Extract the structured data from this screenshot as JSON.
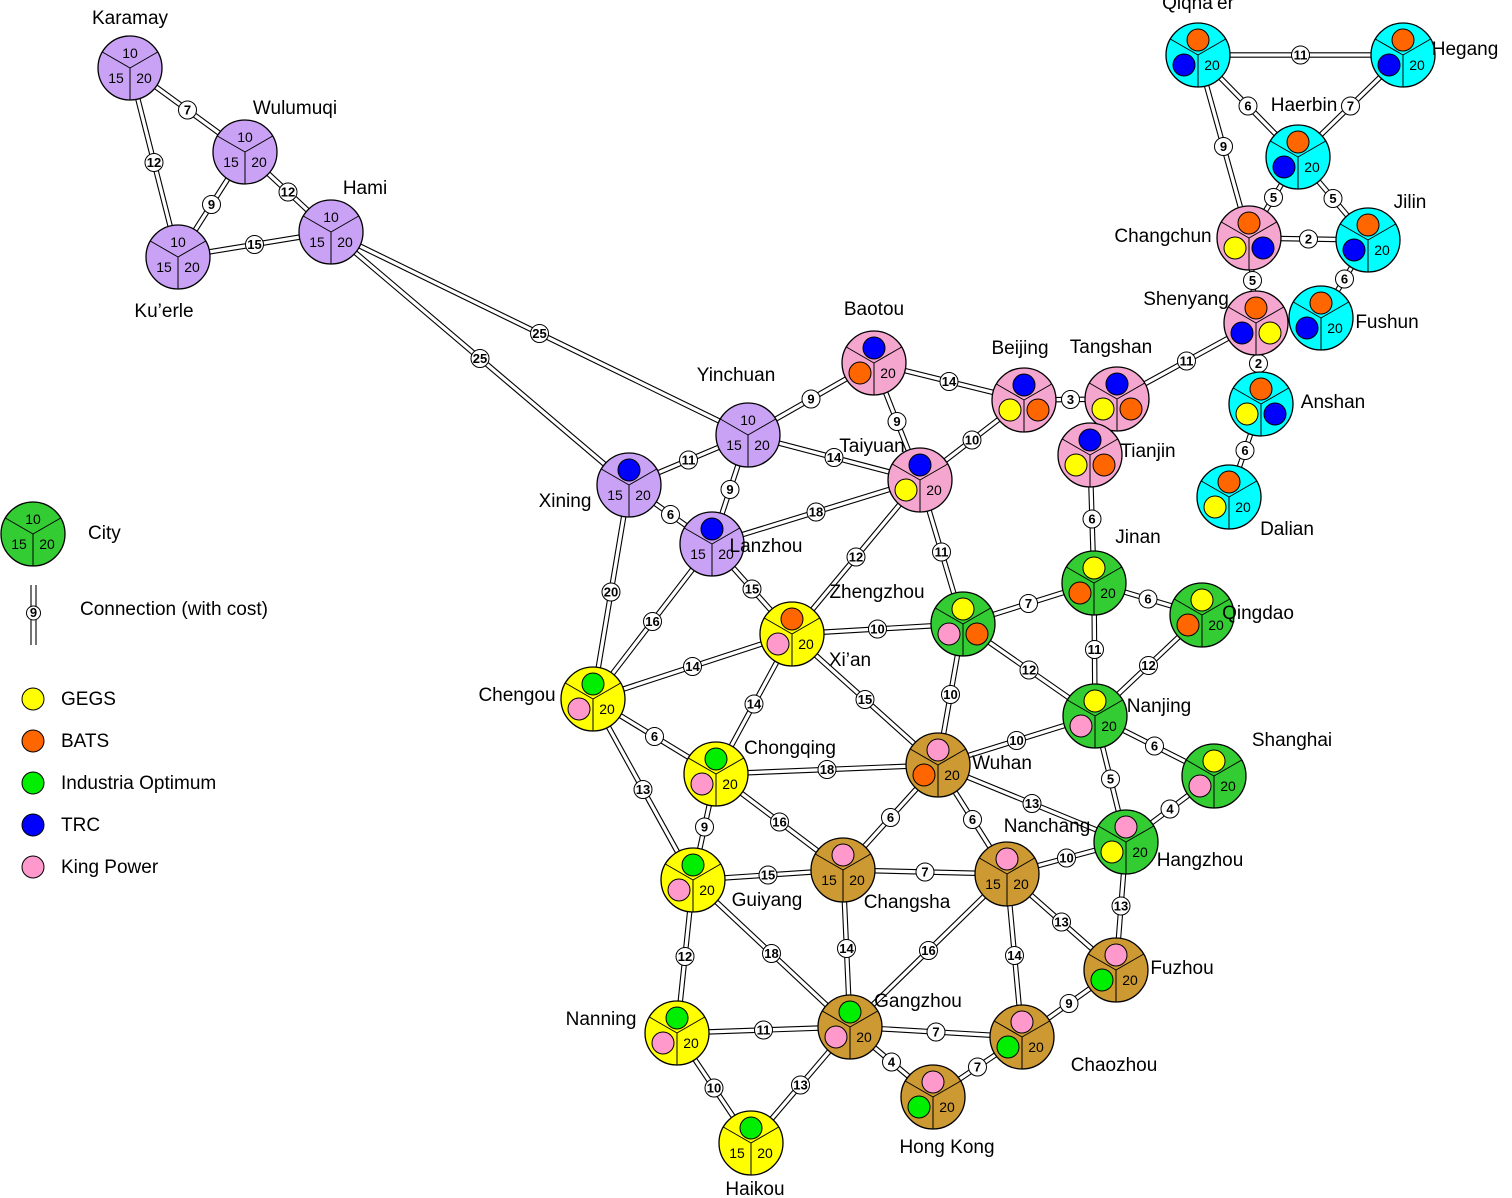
{
  "colors": {
    "purple": "#c9a2f5",
    "pink": "#f5a6ce",
    "cyan": "#00ffff",
    "green": "#33cc33",
    "yellow": "#ffff00",
    "brown": "#cc9933",
    "GEGS": "#ffff00",
    "BATS": "#ff6600",
    "Industria Optimum": "#00ee00",
    "TRC": "#0000ff",
    "King Power": "#ff99cc"
  },
  "slot_values": [
    "10",
    "15",
    "20"
  ],
  "cities": [
    {
      "id": "karamay",
      "name": "Karamay",
      "region": "purple",
      "nums": [
        "10",
        "15",
        "20"
      ],
      "companies": []
    },
    {
      "id": "wulumuqi",
      "name": "Wulumuqi",
      "region": "purple",
      "nums": [
        "10",
        "15",
        "20"
      ],
      "companies": []
    },
    {
      "id": "hami",
      "name": "Hami",
      "region": "purple",
      "nums": [
        "10",
        "15",
        "20"
      ],
      "companies": []
    },
    {
      "id": "kuerle",
      "name": "Ku’erle",
      "region": "purple",
      "nums": [
        "10",
        "15",
        "20"
      ],
      "companies": []
    },
    {
      "id": "yinchuan",
      "name": "Yinchuan",
      "region": "purple",
      "nums": [
        "10",
        "15",
        "20"
      ],
      "companies": []
    },
    {
      "id": "xining",
      "name": "Xining",
      "region": "purple",
      "nums": [
        "",
        "15",
        "20"
      ],
      "companies": [
        "TRC"
      ]
    },
    {
      "id": "lanzhou",
      "name": "Lanzhou",
      "region": "purple",
      "nums": [
        "",
        "15",
        "20"
      ],
      "companies": [
        "TRC"
      ]
    },
    {
      "id": "baotou",
      "name": "Baotou",
      "region": "pink",
      "nums": [
        "",
        "",
        "20"
      ],
      "companies": [
        "TRC",
        "BATS"
      ]
    },
    {
      "id": "beijing",
      "name": "Beijing",
      "region": "pink",
      "nums": [
        "",
        "",
        ""
      ],
      "companies": [
        "TRC",
        "GEGS",
        "BATS"
      ]
    },
    {
      "id": "tangshan",
      "name": "Tangshan",
      "region": "pink",
      "nums": [
        "",
        "",
        ""
      ],
      "companies": [
        "TRC",
        "GEGS",
        "BATS"
      ]
    },
    {
      "id": "tianjin",
      "name": "Tianjin",
      "region": "pink",
      "nums": [
        "",
        "",
        ""
      ],
      "companies": [
        "TRC",
        "GEGS",
        "BATS"
      ]
    },
    {
      "id": "taiyuan",
      "name": "Taiyuan",
      "region": "pink",
      "nums": [
        "",
        "",
        "20"
      ],
      "companies": [
        "TRC",
        "GEGS"
      ]
    },
    {
      "id": "changchun",
      "name": "Changchun",
      "region": "pink",
      "nums": [
        "",
        "",
        ""
      ],
      "companies": [
        "BATS",
        "GEGS",
        "TRC"
      ]
    },
    {
      "id": "shenyang",
      "name": "Shenyang",
      "region": "pink",
      "nums": [
        "",
        "",
        ""
      ],
      "companies": [
        "BATS",
        "TRC",
        "GEGS"
      ]
    },
    {
      "id": "qiqihaer",
      "name": "Qiqha’er",
      "region": "cyan",
      "nums": [
        "",
        "",
        "20"
      ],
      "companies": [
        "BATS",
        "TRC"
      ]
    },
    {
      "id": "hegang",
      "name": "Hegang",
      "region": "cyan",
      "nums": [
        "",
        "",
        "20"
      ],
      "companies": [
        "BATS",
        "TRC"
      ]
    },
    {
      "id": "haerbin",
      "name": "Haerbin",
      "region": "cyan",
      "nums": [
        "",
        "",
        "20"
      ],
      "companies": [
        "BATS",
        "TRC"
      ]
    },
    {
      "id": "jilin",
      "name": "Jilin",
      "region": "cyan",
      "nums": [
        "",
        "",
        "20"
      ],
      "companies": [
        "BATS",
        "TRC"
      ]
    },
    {
      "id": "fushun",
      "name": "Fushun",
      "region": "cyan",
      "nums": [
        "",
        "",
        "20"
      ],
      "companies": [
        "BATS",
        "TRC"
      ]
    },
    {
      "id": "anshan",
      "name": "Anshan",
      "region": "cyan",
      "nums": [
        "",
        "",
        ""
      ],
      "companies": [
        "BATS",
        "GEGS",
        "TRC"
      ]
    },
    {
      "id": "dalian",
      "name": "Dalian",
      "region": "cyan",
      "nums": [
        "",
        "",
        "20"
      ],
      "companies": [
        "BATS",
        "GEGS"
      ]
    },
    {
      "id": "jinan",
      "name": "Jinan",
      "region": "green",
      "nums": [
        "",
        "",
        "20"
      ],
      "companies": [
        "GEGS",
        "BATS"
      ]
    },
    {
      "id": "qingdao",
      "name": "Qingdao",
      "region": "green",
      "nums": [
        "",
        "",
        "20"
      ],
      "companies": [
        "GEGS",
        "BATS"
      ]
    },
    {
      "id": "zhengzhou",
      "name": "Zhengzhou",
      "region": "green",
      "nums": [
        "",
        "",
        ""
      ],
      "companies": [
        "GEGS",
        "King Power",
        "BATS"
      ]
    },
    {
      "id": "nanjing",
      "name": "Nanjing",
      "region": "green",
      "nums": [
        "",
        "",
        "20"
      ],
      "companies": [
        "GEGS",
        "King Power"
      ]
    },
    {
      "id": "shanghai",
      "name": "Shanghai",
      "region": "green",
      "nums": [
        "",
        "",
        "20"
      ],
      "companies": [
        "GEGS",
        "King Power"
      ]
    },
    {
      "id": "hangzhou",
      "name": "Hangzhou",
      "region": "green",
      "nums": [
        "",
        "",
        "20"
      ],
      "companies": [
        "King Power",
        "GEGS"
      ]
    },
    {
      "id": "xian",
      "name": "Xi’an",
      "region": "yellow",
      "nums": [
        "",
        "",
        "20"
      ],
      "companies": [
        "BATS",
        "King Power"
      ]
    },
    {
      "id": "chengou",
      "name": "Chengou",
      "region": "yellow",
      "nums": [
        "",
        "",
        "20"
      ],
      "companies": [
        "Industria Optimum",
        "King Power"
      ]
    },
    {
      "id": "chongqing",
      "name": "Chongqing",
      "region": "yellow",
      "nums": [
        "",
        "",
        "20"
      ],
      "companies": [
        "Industria Optimum",
        "King Power"
      ]
    },
    {
      "id": "guiyang",
      "name": "Guiyang",
      "region": "yellow",
      "nums": [
        "",
        "",
        "20"
      ],
      "companies": [
        "Industria Optimum",
        "King Power"
      ]
    },
    {
      "id": "nanning",
      "name": "Nanning",
      "region": "yellow",
      "nums": [
        "",
        "",
        "20"
      ],
      "companies": [
        "Industria Optimum",
        "King Power"
      ]
    },
    {
      "id": "haikou",
      "name": "Haikou",
      "region": "yellow",
      "nums": [
        "",
        "15",
        "20"
      ],
      "companies": [
        "Industria Optimum"
      ]
    },
    {
      "id": "wuhan",
      "name": "Wuhan",
      "region": "brown",
      "nums": [
        "",
        "",
        "20"
      ],
      "companies": [
        "King Power",
        "BATS"
      ]
    },
    {
      "id": "changsha",
      "name": "Changsha",
      "region": "brown",
      "nums": [
        "",
        "15",
        "20"
      ],
      "companies": [
        "King Power"
      ]
    },
    {
      "id": "nanchang",
      "name": "Nanchang",
      "region": "brown",
      "nums": [
        "",
        "15",
        "20"
      ],
      "companies": [
        "King Power"
      ]
    },
    {
      "id": "fuzhou",
      "name": "Fuzhou",
      "region": "brown",
      "nums": [
        "",
        "",
        "20"
      ],
      "companies": [
        "King Power",
        "Industria Optimum"
      ]
    },
    {
      "id": "gangzhou",
      "name": "Gangzhou",
      "region": "brown",
      "nums": [
        "",
        "",
        "20"
      ],
      "companies": [
        "Industria Optimum",
        "King Power"
      ]
    },
    {
      "id": "chaozhou",
      "name": "Chaozhou",
      "region": "brown",
      "nums": [
        "",
        "",
        "20"
      ],
      "companies": [
        "King Power",
        "Industria Optimum"
      ]
    },
    {
      "id": "hongkong",
      "name": "Hong Kong",
      "region": "brown",
      "nums": [
        "",
        "",
        "20"
      ],
      "companies": [
        "King Power",
        "Industria Optimum"
      ]
    }
  ],
  "links": [
    {
      "a": "karamay",
      "b": "wulumuqi",
      "cost": "7"
    },
    {
      "a": "karamay",
      "b": "kuerle",
      "cost": "12"
    },
    {
      "a": "wulumuqi",
      "b": "kuerle",
      "cost": "9"
    },
    {
      "a": "wulumuqi",
      "b": "hami",
      "cost": "12"
    },
    {
      "a": "kuerle",
      "b": "hami",
      "cost": "15"
    },
    {
      "a": "hami",
      "b": "yinchuan",
      "cost": "25"
    },
    {
      "a": "hami",
      "b": "xining",
      "cost": "25"
    },
    {
      "a": "xining",
      "b": "yinchuan",
      "cost": "11"
    },
    {
      "a": "xining",
      "b": "lanzhou",
      "cost": "6"
    },
    {
      "a": "xining",
      "b": "chengou",
      "cost": "20"
    },
    {
      "a": "yinchuan",
      "b": "lanzhou",
      "cost": "9"
    },
    {
      "a": "yinchuan",
      "b": "baotou",
      "cost": "9"
    },
    {
      "a": "yinchuan",
      "b": "taiyuan",
      "cost": "14"
    },
    {
      "a": "lanzhou",
      "b": "taiyuan",
      "cost": "18"
    },
    {
      "a": "lanzhou",
      "b": "xian",
      "cost": "15"
    },
    {
      "a": "lanzhou",
      "b": "chengou",
      "cost": "16"
    },
    {
      "a": "baotou",
      "b": "beijing",
      "cost": "14"
    },
    {
      "a": "baotou",
      "b": "taiyuan",
      "cost": "9"
    },
    {
      "a": "taiyuan",
      "b": "beijing",
      "cost": "10"
    },
    {
      "a": "taiyuan",
      "b": "xian",
      "cost": "12"
    },
    {
      "a": "taiyuan",
      "b": "zhengzhou",
      "cost": "11"
    },
    {
      "a": "beijing",
      "b": "tangshan",
      "cost": "3"
    },
    {
      "a": "tangshan",
      "b": "shenyang",
      "cost": "11"
    },
    {
      "a": "tianjin",
      "b": "jinan",
      "cost": "6"
    },
    {
      "a": "qiqihaer",
      "b": "hegang",
      "cost": "11"
    },
    {
      "a": "qiqihaer",
      "b": "haerbin",
      "cost": "6"
    },
    {
      "a": "qiqihaer",
      "b": "changchun",
      "cost": "9"
    },
    {
      "a": "hegang",
      "b": "haerbin",
      "cost": "7"
    },
    {
      "a": "haerbin",
      "b": "changchun",
      "cost": "5"
    },
    {
      "a": "haerbin",
      "b": "jilin",
      "cost": "5"
    },
    {
      "a": "changchun",
      "b": "jilin",
      "cost": "2"
    },
    {
      "a": "changchun",
      "b": "shenyang",
      "cost": "5"
    },
    {
      "a": "jilin",
      "b": "fushun",
      "cost": "6"
    },
    {
      "a": "shenyang",
      "b": "anshan",
      "cost": "2"
    },
    {
      "a": "anshan",
      "b": "dalian",
      "cost": "6"
    },
    {
      "a": "jinan",
      "b": "zhengzhou",
      "cost": "7"
    },
    {
      "a": "jinan",
      "b": "qingdao",
      "cost": "6"
    },
    {
      "a": "jinan",
      "b": "nanjing",
      "cost": "11"
    },
    {
      "a": "qingdao",
      "b": "nanjing",
      "cost": "12"
    },
    {
      "a": "zhengzhou",
      "b": "xian",
      "cost": "10"
    },
    {
      "a": "zhengzhou",
      "b": "nanjing",
      "cost": "12"
    },
    {
      "a": "zhengzhou",
      "b": "wuhan",
      "cost": "10"
    },
    {
      "a": "nanjing",
      "b": "shanghai",
      "cost": "6"
    },
    {
      "a": "nanjing",
      "b": "wuhan",
      "cost": "10"
    },
    {
      "a": "nanjing",
      "b": "hangzhou",
      "cost": "5"
    },
    {
      "a": "shanghai",
      "b": "hangzhou",
      "cost": "4"
    },
    {
      "a": "xian",
      "b": "chengou",
      "cost": "14"
    },
    {
      "a": "xian",
      "b": "chongqing",
      "cost": "14"
    },
    {
      "a": "xian",
      "b": "wuhan",
      "cost": "15"
    },
    {
      "a": "chengou",
      "b": "chongqing",
      "cost": "6"
    },
    {
      "a": "chengou",
      "b": "guiyang",
      "cost": "13"
    },
    {
      "a": "chongqing",
      "b": "wuhan",
      "cost": "18"
    },
    {
      "a": "chongqing",
      "b": "changsha",
      "cost": "16"
    },
    {
      "a": "chongqing",
      "b": "guiyang",
      "cost": "9"
    },
    {
      "a": "wuhan",
      "b": "changsha",
      "cost": "6"
    },
    {
      "a": "wuhan",
      "b": "nanchang",
      "cost": "6"
    },
    {
      "a": "wuhan",
      "b": "hangzhou",
      "cost": "13"
    },
    {
      "a": "hangzhou",
      "b": "nanchang",
      "cost": "10"
    },
    {
      "a": "hangzhou",
      "b": "fuzhou",
      "cost": "13"
    },
    {
      "a": "guiyang",
      "b": "changsha",
      "cost": "15"
    },
    {
      "a": "guiyang",
      "b": "nanning",
      "cost": "12"
    },
    {
      "a": "guiyang",
      "b": "gangzhou",
      "cost": "18"
    },
    {
      "a": "changsha",
      "b": "nanchang",
      "cost": "7"
    },
    {
      "a": "changsha",
      "b": "gangzhou",
      "cost": "14"
    },
    {
      "a": "nanchang",
      "b": "gangzhou",
      "cost": "16"
    },
    {
      "a": "nanchang",
      "b": "chaozhou",
      "cost": "14"
    },
    {
      "a": "nanchang",
      "b": "fuzhou",
      "cost": "13"
    },
    {
      "a": "fuzhou",
      "b": "chaozhou",
      "cost": "9"
    },
    {
      "a": "nanning",
      "b": "gangzhou",
      "cost": "11"
    },
    {
      "a": "nanning",
      "b": "haikou",
      "cost": "10"
    },
    {
      "a": "gangzhou",
      "b": "haikou",
      "cost": "13"
    },
    {
      "a": "gangzhou",
      "b": "chaozhou",
      "cost": "7"
    },
    {
      "a": "gangzhou",
      "b": "hongkong",
      "cost": "4"
    },
    {
      "a": "hongkong",
      "b": "chaozhou",
      "cost": "7"
    }
  ],
  "legend": {
    "city_label": "City",
    "city_nums": [
      "10",
      "15",
      "20"
    ],
    "connection_label": "Connection (with cost)",
    "connection_cost": "9",
    "companies": [
      {
        "name": "GEGS"
      },
      {
        "name": "BATS"
      },
      {
        "name": "Industria Optimum"
      },
      {
        "name": "TRC"
      },
      {
        "name": "King Power"
      }
    ]
  }
}
